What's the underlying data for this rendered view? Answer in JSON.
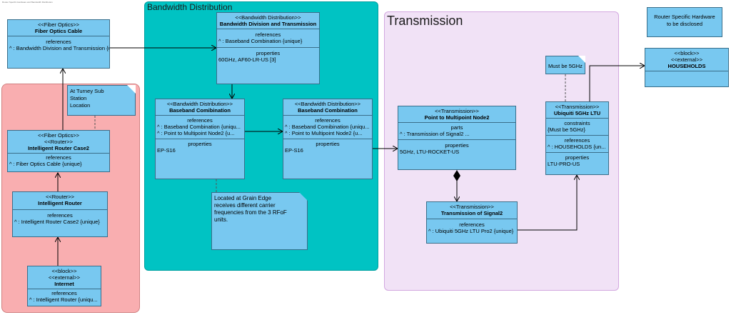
{
  "header": {
    "tiny_caption": "Router Specific Hardware and Bandwidth Distribution"
  },
  "regions": {
    "bandwidth": {
      "title": "Bandwidth Distribution"
    },
    "transmission": {
      "title": "Transmission"
    }
  },
  "blocks": {
    "fiber_optics_cable": {
      "stereotype": "<<Fiber Optics>>",
      "name": "Fiber Optics Cable",
      "section": "references",
      "rows": [
        "^ : Bandwidth Division and Transmission {unique}"
      ]
    },
    "intelligent_router_case2": {
      "stereotype1": "<<Fiber Optics>>",
      "stereotype2": "<<Router>>",
      "name": "Intelligent Router Case2",
      "section": "references",
      "rows": [
        "^ : Fiber Optics Cable {unique}"
      ]
    },
    "intelligent_router": {
      "stereotype": "<<Router>>",
      "name": "Intelligent Router",
      "section": "references",
      "rows": [
        "^ : Intelligent Router Case2 {unique}"
      ]
    },
    "internet": {
      "stereotype1": "<<block>>",
      "stereotype2": "<<external>>",
      "name": "Internet",
      "section": "references",
      "rows": [
        "^ : Intelligent Router {uniqu..."
      ]
    },
    "bw_division": {
      "stereotype": "<<Bandwidth Distribution>>",
      "name": "Bandwidth Division and Transmission",
      "section1": "references",
      "rows1": [
        "^ : Baseband Combination {unique}"
      ],
      "section2": "properties",
      "rows2": [
        "60GHz, AF60-LR-US [3]"
      ]
    },
    "baseband_left": {
      "stereotype": "<<Bandwidth Distribution>>",
      "name": "Baseband Comibination",
      "section1": "references",
      "rows1": [
        "^ : Baseband Combination {uniqu...",
        "^ : Point to Multipoint Node2 {u..."
      ],
      "section2": "properties",
      "rows2": [
        "EP-S16"
      ]
    },
    "baseband_right": {
      "stereotype": "<<Bandwidth Distribution>>",
      "name": "Baseband Combination",
      "section1": "references",
      "rows1": [
        "^ : Baseband Comibination {uniqu...",
        "^ : Point to Multipoint Node2 {u..."
      ],
      "section2": "properties",
      "rows2": [
        "EP-S16"
      ]
    },
    "ptmp_node2": {
      "stereotype": "<<Transmission>>",
      "name": "Point to Multipoint Node2",
      "section1": "parts",
      "rows1": [
        "^ : Transmission of Signal2 ..."
      ],
      "section2": "properties",
      "rows2": [
        "5GHz, LTU-ROCKET-US"
      ]
    },
    "transmission_signal2": {
      "stereotype": "<<Transmission>>",
      "name": "Transmission of Signal2",
      "section": "references",
      "rows": [
        "^ : Ubiquiti 5GHz LTU Pro2 {unique}"
      ]
    },
    "ubiquiti_ltu": {
      "stereotype": "<<Transmission>>",
      "name": "Ubiquiti 5GHz LTU",
      "section1": "constraints",
      "rows1": [
        "{Must be 5GHz}"
      ],
      "section2": "references",
      "rows2": [
        "^ : HOUSEHOLDS {un..."
      ],
      "section3": "properties",
      "rows3": [
        "LTU-PRO-US"
      ]
    },
    "households": {
      "stereotype1": "<<block>>",
      "stereotype2": "<<external>>",
      "name": "HOUSEHOLDS"
    }
  },
  "notes": {
    "turney": {
      "lines": [
        "At Turney Sub",
        "Station",
        "Location"
      ]
    },
    "grain_edge": {
      "lines": [
        "Located at Grain Edge",
        "receives different carrier",
        "frequencies from the 3 RFoF",
        "units."
      ]
    },
    "must_5ghz": {
      "lines": [
        "Must be 5GHz"
      ]
    },
    "router_hw": {
      "lines": [
        "Router Specific Hardware",
        "to be disclosed"
      ]
    }
  },
  "colors": {
    "block_fill": "#78c8f0",
    "block_border": "#3a6e8a",
    "router_region": "#f9aeb0",
    "bandwidth_region": "#00c3c3",
    "transmission_region": "#f1e2f6",
    "note_fill": "#78c8f0"
  }
}
